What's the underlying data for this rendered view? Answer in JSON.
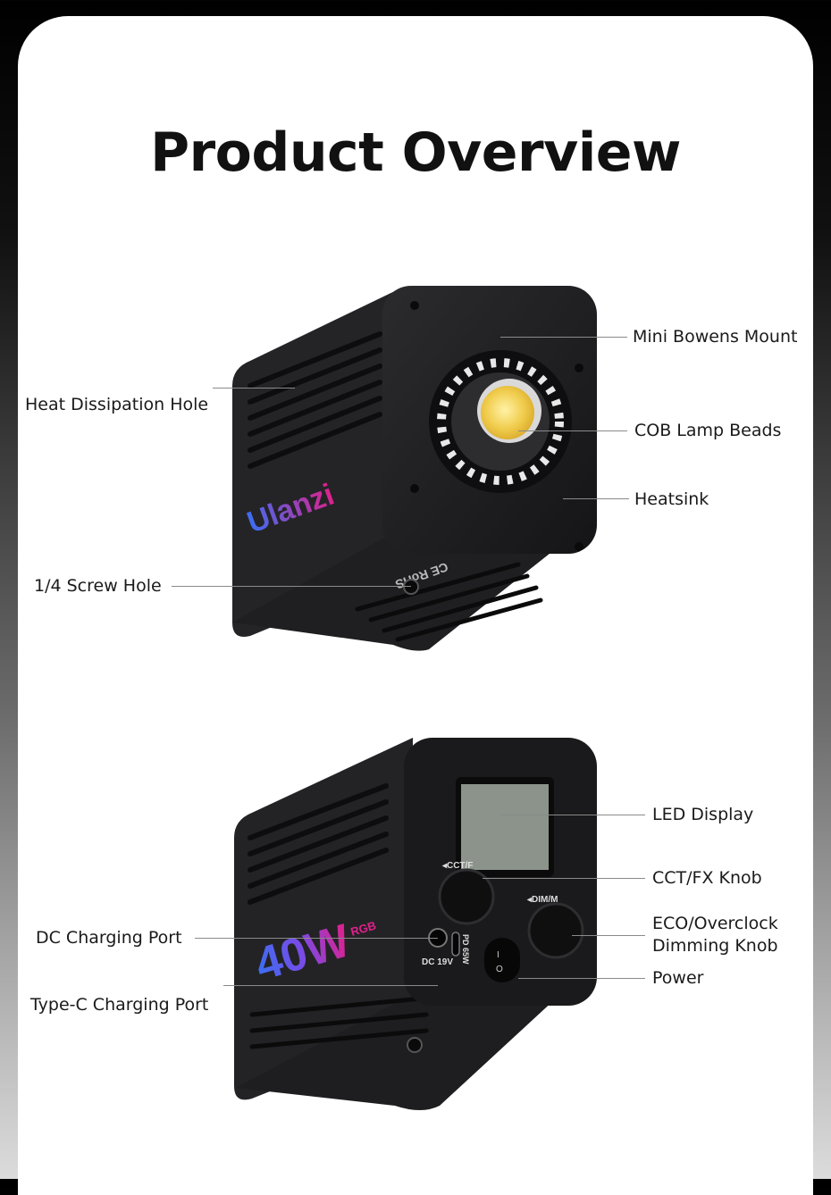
{
  "page": {
    "title": "Product Overview"
  },
  "top_view": {
    "labels": {
      "mini_bowens_mount": "Mini Bowens Mount",
      "heat_dissipation_hole": "Heat Dissipation Hole",
      "cob_lamp_beads": "COB Lamp Beads",
      "heatsink": "Heatsink",
      "screw_hole": "1/4 Screw Hole"
    },
    "brand_logo": "Ulanzi",
    "certification_marks": "CE RoHS"
  },
  "bottom_view": {
    "labels": {
      "led_display": "LED Display",
      "cct_fx_knob": "CCT/FX Knob",
      "eco_overclock_line1": "ECO/Overclock",
      "eco_overclock_line2": "Dimming Knob",
      "dc_charging_port": "DC Charging Port",
      "power": "Power",
      "type_c_charging_port": "Type-C Charging Port"
    },
    "power_rating": "40W",
    "rgb_badge": "RGB",
    "knob_cct_label": "◂CCT/F",
    "knob_dim_label": "◂DIM/M",
    "port_dc_label": "DC 19V",
    "port_pd_label": "PD 65W"
  },
  "colors": {
    "body_dark": "#1b1b1d",
    "body_mid": "#2c2c2f",
    "cob_yellow": "#f3d35a",
    "accent_pink": "#e0208a",
    "accent_blue": "#3a6df0"
  }
}
